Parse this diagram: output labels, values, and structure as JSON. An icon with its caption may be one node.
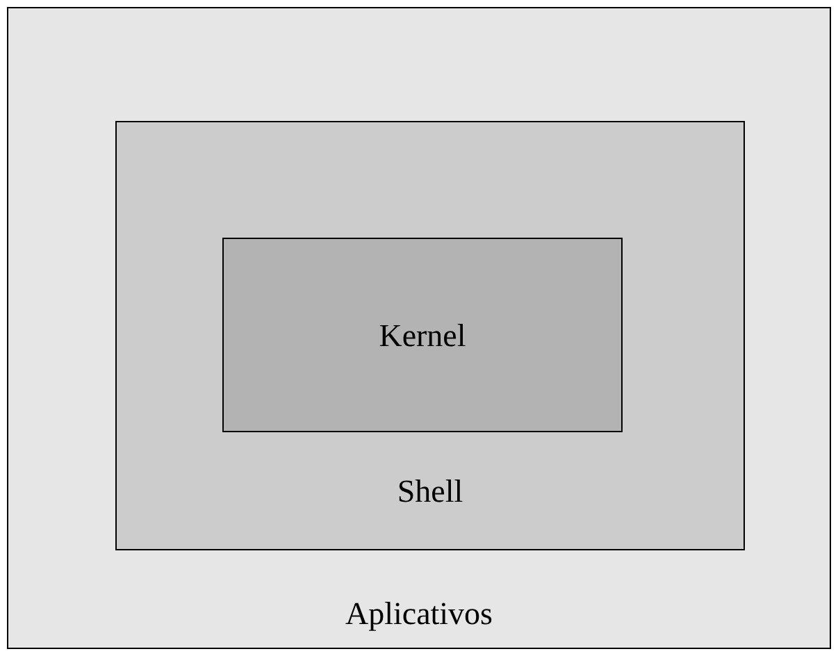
{
  "diagram": {
    "nodes": [
      {
        "text": [
          "Aplicativos"
        ]
      },
      {
        "text": [
          "Shell"
        ],
        "in": 0
      },
      {
        "text": [
          "Kernel"
        ],
        "in": 1
      }
    ]
  }
}
